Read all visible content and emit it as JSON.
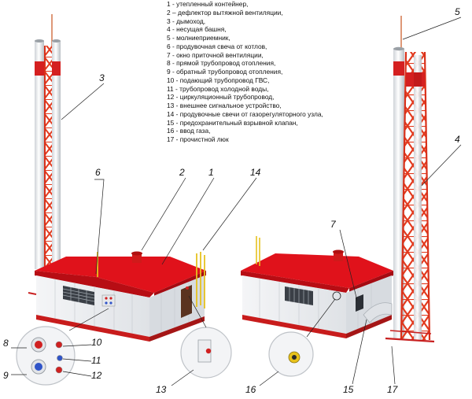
{
  "legend": [
    "1 - утепленный контейнер,",
    "2 – дефлектор вытяжной вентиляции,",
    "3 - дымоход,",
    "4 - несущая башня,",
    "5 - молниеприемник,",
    "6 - продувочная свеча от котлов,",
    "7 - окно приточной вентиляции,",
    "8 - прямой трубопровод отопления,",
    "9 - обратный трубопровод отопления,",
    "10 - подающий трубопровод ГВС,",
    "11 - трубопровод холодной воды,",
    "12 - циркуляционный трубопровод,",
    "13 - внешнее сигнальное устройство,",
    "14 - продувочные свечи от газорегуляторного узла,",
    "15 - предохранительный взрывной клапан,",
    "16 - ввод газа,",
    "17 - прочистной люк"
  ],
  "callouts": {
    "c1": "1",
    "c2": "2",
    "c3": "3",
    "c4": "4",
    "c5": "5",
    "c6": "6",
    "c7": "7",
    "c8": "8",
    "c9": "9",
    "c10": "10",
    "c11": "11",
    "c12": "12",
    "c13": "13",
    "c14": "14",
    "c15": "15",
    "c16": "16",
    "c17": "17"
  },
  "colors": {
    "roof": "#e0121b",
    "tower": "#e8341c",
    "wall": "#eef0f4",
    "stripe": "#d42020",
    "chimney": "#f2f4f6"
  }
}
